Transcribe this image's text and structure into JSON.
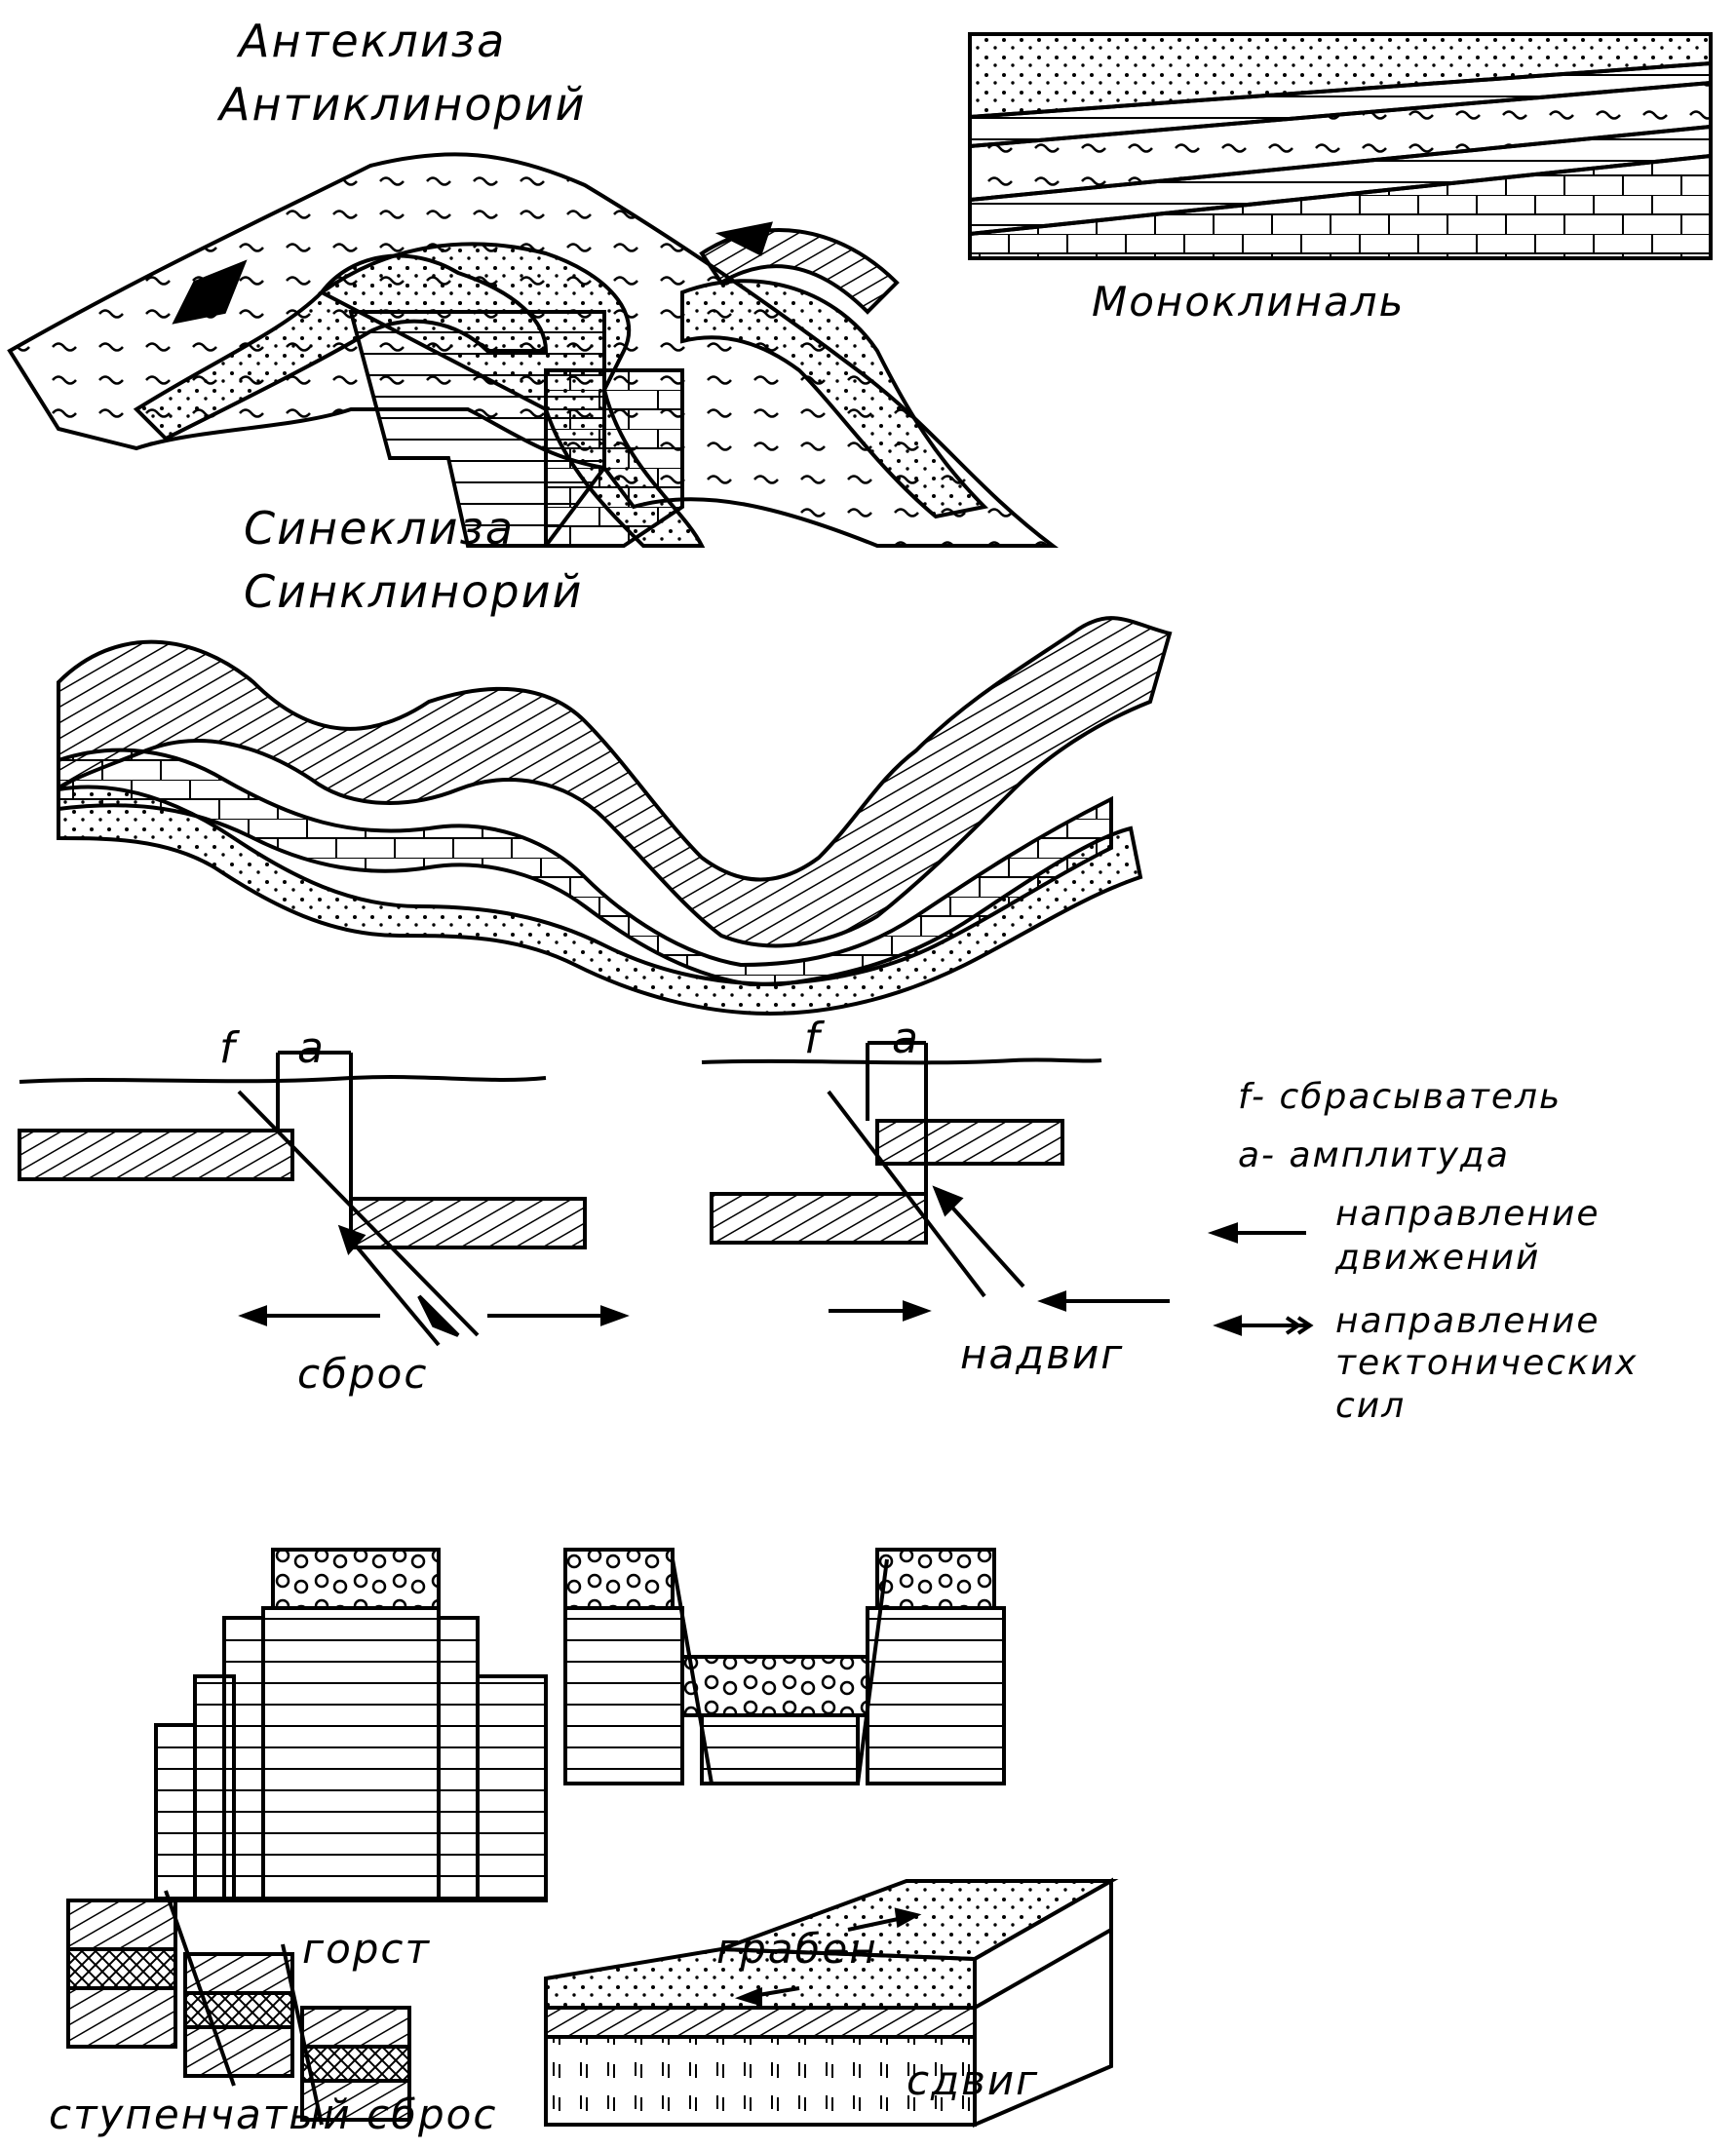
{
  "labels": {
    "anteclise": "Антеклиза",
    "anticlinorium": "Антиклинорий",
    "monocline": "Моноклиналь",
    "syneclise": "Синеклиза",
    "synclinorium": "Синклинорий",
    "normal_fault": "сброс",
    "thrust": "надвиг",
    "horst": "горст",
    "graben": "грабен",
    "step_fault": "ступенчатый сброс",
    "strike_slip": "сдвиг"
  },
  "fault_symbols": {
    "f": "f",
    "a": "a"
  },
  "legend": {
    "f_desc": "f- сбрасыватель",
    "a_desc": "a- амплитуда",
    "movement_line1": "направление",
    "movement_line2": "движений",
    "forces_line1": "направление",
    "forces_line2": "тектонических",
    "forces_line3": "сил"
  },
  "colors": {
    "ink": "#000000",
    "paper": "#ffffff"
  }
}
